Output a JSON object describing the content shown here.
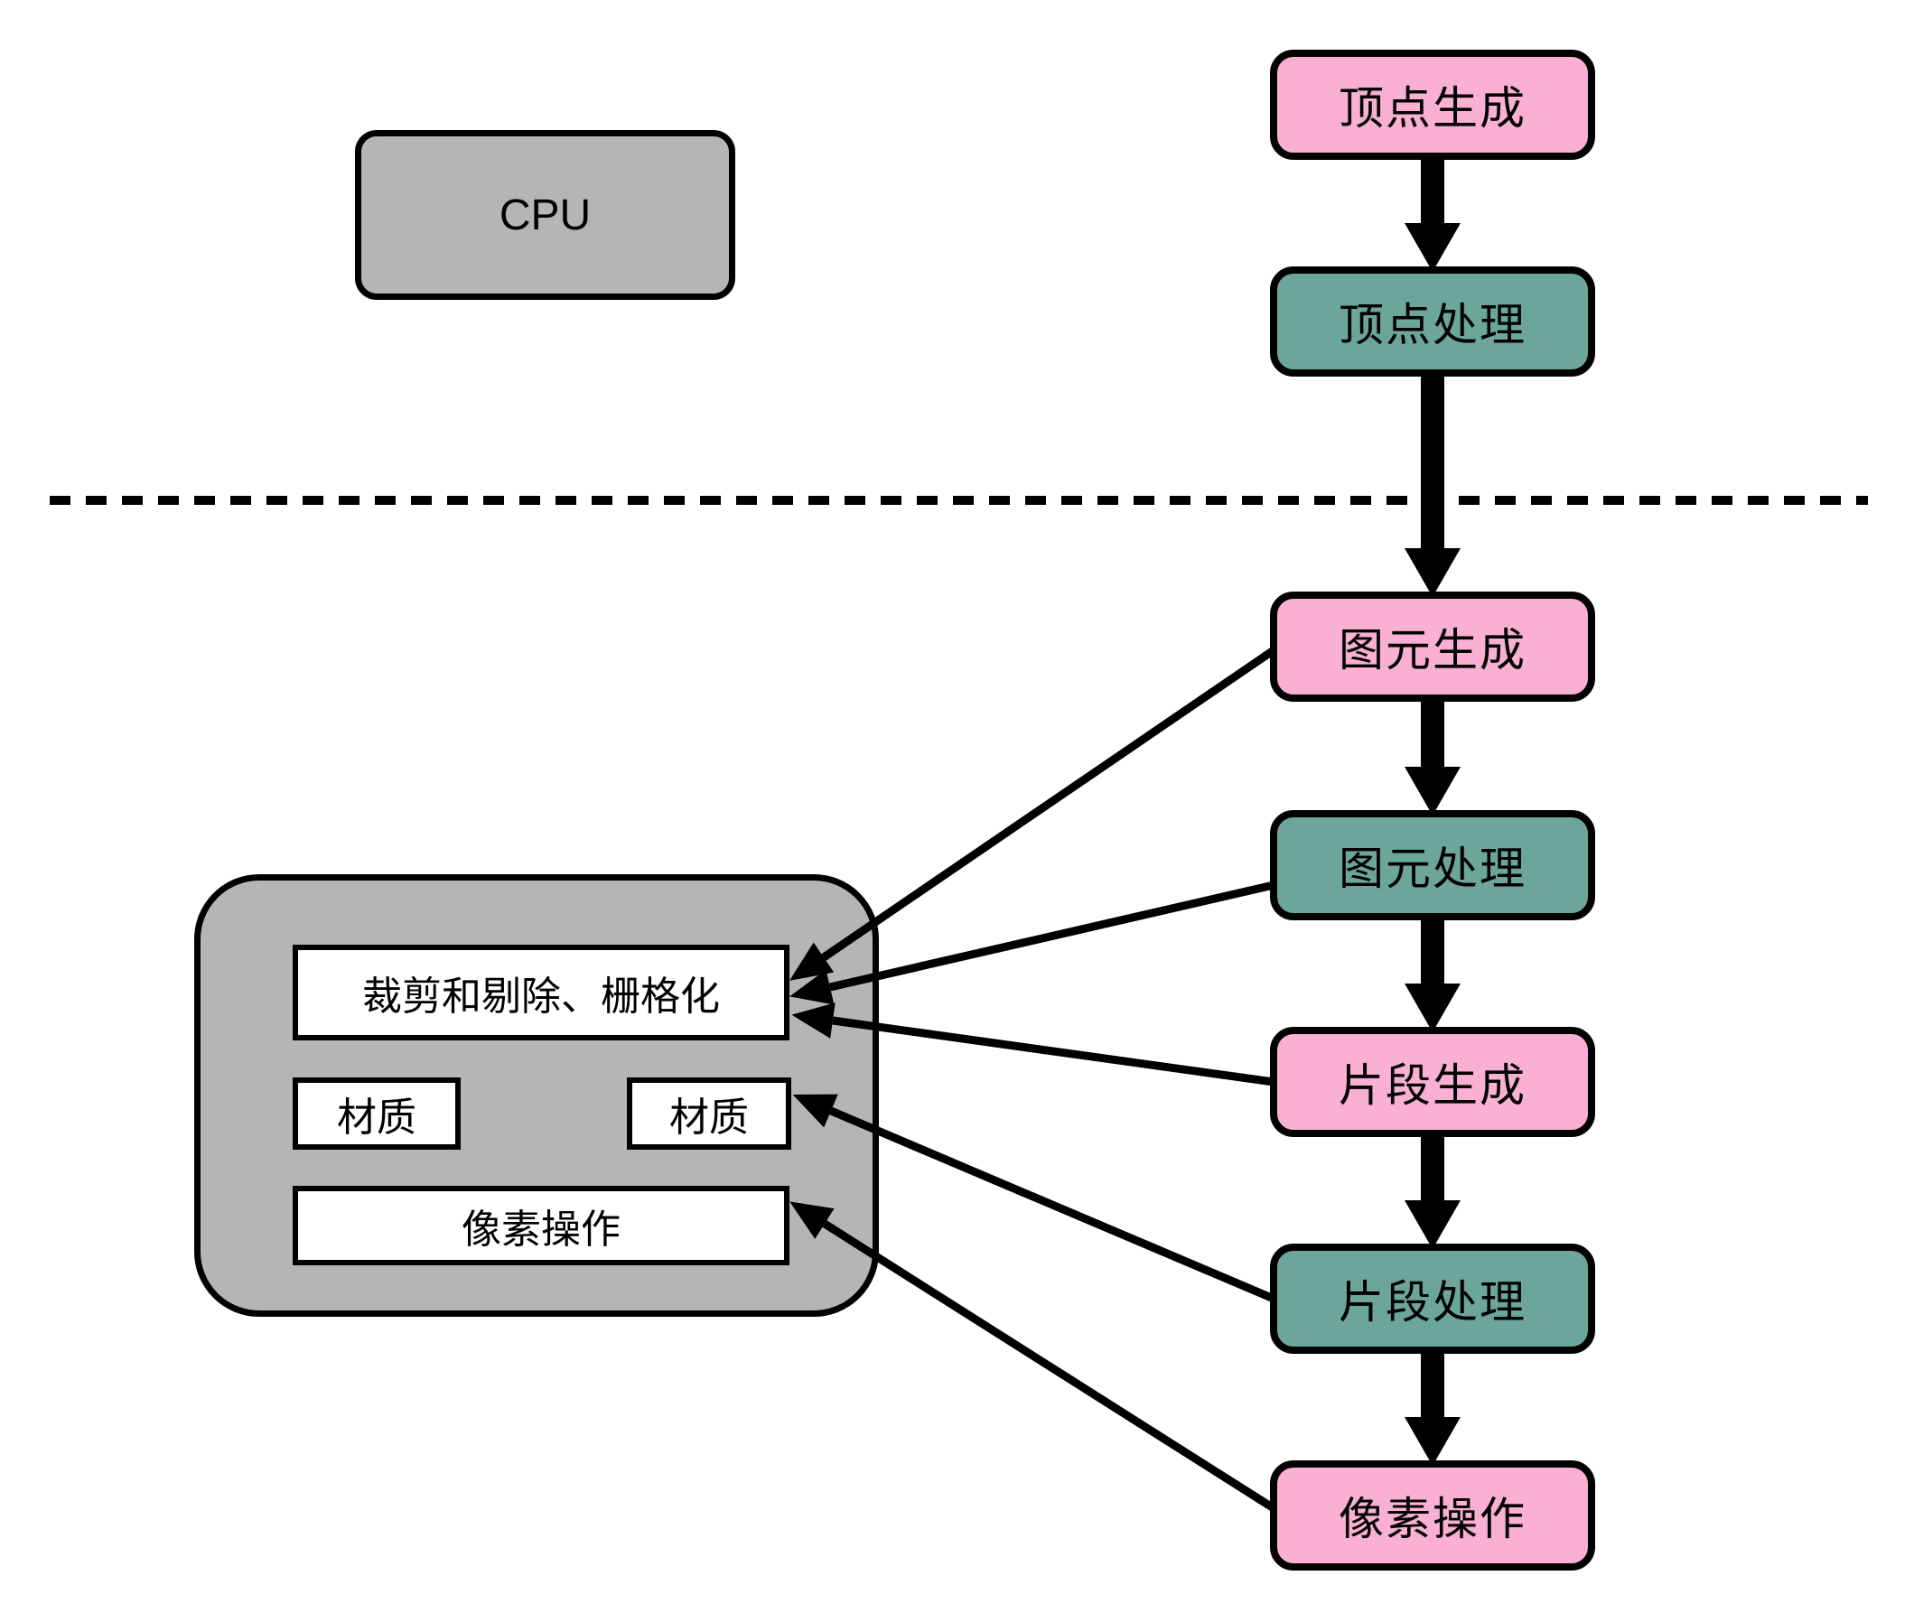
{
  "diagram": {
    "cpu": {
      "label": "CPU"
    },
    "pipeline": [
      {
        "id": "vertex-generation",
        "label": "顶点生成",
        "color_key": "pink"
      },
      {
        "id": "vertex-processing",
        "label": "顶点处理",
        "color_key": "teal"
      },
      {
        "id": "primitive-generation",
        "label": "图元生成",
        "color_key": "pink"
      },
      {
        "id": "primitive-processing",
        "label": "图元处理",
        "color_key": "teal"
      },
      {
        "id": "fragment-generation",
        "label": "片段生成",
        "color_key": "pink"
      },
      {
        "id": "fragment-processing",
        "label": "片段处理",
        "color_key": "teal"
      },
      {
        "id": "pixel-operations",
        "label": "像素操作",
        "color_key": "pink"
      }
    ],
    "gpu_internal": {
      "raster_label": "裁剪和剔除、栅格化",
      "texture_left_label": "材质",
      "texture_right_label": "材质",
      "pixel_ops_label": "像素操作"
    },
    "colors": {
      "pink": "#f9b0d3",
      "teal": "#6ca69a",
      "gray": "#b5b5b5",
      "white": "#ffffff",
      "line": "#000000"
    }
  }
}
